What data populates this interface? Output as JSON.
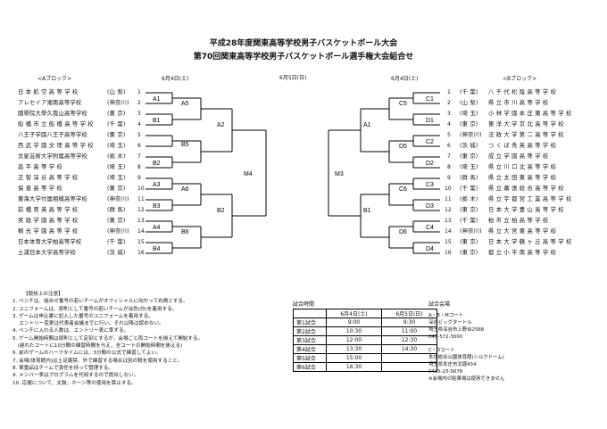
{
  "header": {
    "title1": "平成28年度関東高等学校男子バスケットボール大会",
    "title2": "第70回関東高等学校男子バスケットボール選手権大会組合せ"
  },
  "block_a_label": "<Aブロック>",
  "block_b_label": "<Bブロック>",
  "dates": {
    "d1_left": "6月4日(土)",
    "d2_center": "6月5日(日)",
    "d1_right": "6月4日(土)"
  },
  "left_teams": [
    {
      "n": "1",
      "name": "日 本 航 空 高 等 学 校",
      "pref": "(山 梨)"
    },
    {
      "n": "2",
      "name": "アレセイア湘南高等学校",
      "pref": "(神奈川)"
    },
    {
      "n": "3",
      "name": "國學院大學久我山高等学校",
      "pref": "(東 京)"
    },
    {
      "n": "4",
      "name": "船 橋 市 立 船 橋 高 等 学 校",
      "pref": "(千 葉)"
    },
    {
      "n": "5",
      "name": "八王子学園八王子高等学校",
      "pref": "(東 京)"
    },
    {
      "n": "6",
      "name": "西 武 学 園 文 理 高 等 学 校",
      "pref": "(埼 玉)"
    },
    {
      "n": "7",
      "name": "文星芸術大学附属高等学校",
      "pref": "(栃 木)"
    },
    {
      "n": "8",
      "name": "昌 平 高 等 学 校",
      "pref": "(埼 玉)"
    },
    {
      "n": "9",
      "name": "正 智 深 谷 高 等 学 校",
      "pref": "(埼 玉)"
    },
    {
      "n": "10",
      "name": "保 善 高 等 学 校",
      "pref": "(東 京)"
    },
    {
      "n": "11",
      "name": "東海大学付属相模高等学校",
      "pref": "(神奈川)"
    },
    {
      "n": "12",
      "name": "前 橋 育 英 高 等 学 校",
      "pref": "(群 馬)"
    },
    {
      "n": "13",
      "name": "実 践 学 園 高 等 学 校",
      "pref": "(東 京)"
    },
    {
      "n": "14",
      "name": "桐 光 学 園 高 等 学 校",
      "pref": "(神奈川)"
    },
    {
      "n": "15",
      "name": "日本体育大学柏高等学校",
      "pref": "(千 葉)"
    },
    {
      "n": "16",
      "name": "土浦日本大学高等学校",
      "pref": "(茨 城)"
    }
  ],
  "right_teams": [
    {
      "n": "1",
      "pref": "(千 葉)",
      "name": "八 千 代 松 陰 高 等 学 校"
    },
    {
      "n": "2",
      "pref": "(山 梨)",
      "name": "県 立 市 川 高 等 学 校"
    },
    {
      "n": "3",
      "pref": "(埼 玉)",
      "name": "小 林 学 園 本 庄 東 高 等 学 校"
    },
    {
      "n": "4",
      "pref": "(東 京)",
      "name": "東 洋 大 学 京 北 高 等 学 校"
    },
    {
      "n": "5",
      "pref": "(神奈川)",
      "name": "法 政 大 学 第 二 高 等 学 校"
    },
    {
      "n": "6",
      "pref": "(茨 城)",
      "name": "つ く ば 秀 英 高 等 学 校"
    },
    {
      "n": "7",
      "pref": "(東 京)",
      "name": "成 立 学 園 高 等 学 校"
    },
    {
      "n": "8",
      "pref": "(埼 玉)",
      "name": "県 立 川 口 北 高 等 学 校"
    },
    {
      "n": "9",
      "pref": "(群 馬)",
      "name": "県 立 太 田 東 高 等 学 校"
    },
    {
      "n": "10",
      "pref": "(千 葉)",
      "name": "県 立 幕 張 総 合 高 等 学 校"
    },
    {
      "n": "11",
      "pref": "(栃 木)",
      "name": "県 立 宇 都 宮 工 業 高 等 学 校"
    },
    {
      "n": "12",
      "pref": "(東 京)",
      "name": "日 本 大 学 豊 山 高 等 学 校"
    },
    {
      "n": "13",
      "pref": "(千 葉)",
      "name": "柏 市 立 柏 高 等 学 校"
    },
    {
      "n": "14",
      "pref": "(神奈川)",
      "name": "県 立 大 宮 東 高 等 学 校"
    },
    {
      "n": "15",
      "pref": "(東 京)",
      "name": "日 本 大 学 鶴 ヶ 丘 高 等 学 校"
    },
    {
      "n": "16",
      "pref": "(東 京)",
      "name": "都 立 小 平 南 高 等 学 校"
    }
  ],
  "match_labels": {
    "A1": "A1",
    "B1": "B1",
    "A2": "A2",
    "B2": "B2",
    "A3": "A3",
    "B3": "B3",
    "A4": "A4",
    "B4": "B4",
    "A5": "A5",
    "B5": "B5",
    "A6": "A6",
    "B6": "B6",
    "C1": "C1",
    "D1": "D1",
    "C2": "C2",
    "D2": "D2",
    "C3": "C3",
    "D3": "D3",
    "C4": "C4",
    "D4": "D4",
    "C5": "C5",
    "D5": "D5",
    "C6": "C6",
    "D6": "D6",
    "M4": "M4",
    "M3": "M3"
  },
  "notes": {
    "title": "【競技上の注意】",
    "items": [
      "1. ベンチは、組合せ番号の若いチームがオフィシャルに向かって右側とする。",
      "2. ユニフォームは、原則として番号の若いチームが淡色(白)を着用する。",
      "3. ゲームは申込書に記入した番号のユニフォームを着用する。",
      "　 エントリー変更は代表者会議までに行い、それ以降は認めない。",
      "4. ベンチに入れる人数は、エントリー表に準ずる。",
      "5. ゲーム開始時間は原則として定刻とするが、会場ごと両コートを揃えて開始する。",
      "　(遅れたコートに10分間の練習時間を与え、全コートの開始時間を揃える)",
      "6. 前のゲームのハーフタイムには、3分間の公式で練習してよい。",
      "7. 会場(体育館内)は土足厳禁、外で練習する場合は別の靴を使用すること。",
      "8. 貴重品はチームで責任を持って管理する。",
      "9. メンバー表はプログラムを代用するので提出しない。",
      "10. 応援について、太鼓、ホーン等の使用を禁止する。"
    ]
  },
  "schedule": {
    "label": "試合時間",
    "headers": [
      "",
      "6月4日(土)",
      "6月5日(日)"
    ],
    "rows": [
      [
        "第1試合",
        "9:00",
        "9:30"
      ],
      [
        "第2試合",
        "10:30",
        "11:00"
      ],
      [
        "第3試合",
        "12:00",
        "12:30"
      ],
      [
        "第4試合",
        "13:30",
        "14:30"
      ],
      [
        "第5試合",
        "15:00",
        ""
      ],
      [
        "第6試合",
        "16:30",
        ""
      ]
    ]
  },
  "venue": {
    "label": "試合会場",
    "lines": [
      "A・B・Mコート",
      "深谷ビッグタートル",
      "埼玉県深谷市上野台2568",
      "048-572-3000",
      "",
      "C・Dコート",
      "本庄総合公園体育館(シルクドーム)",
      "埼玉県本庄市北堀434",
      "0495-25-5678",
      "※会場内の駐車場は使用できません"
    ]
  }
}
